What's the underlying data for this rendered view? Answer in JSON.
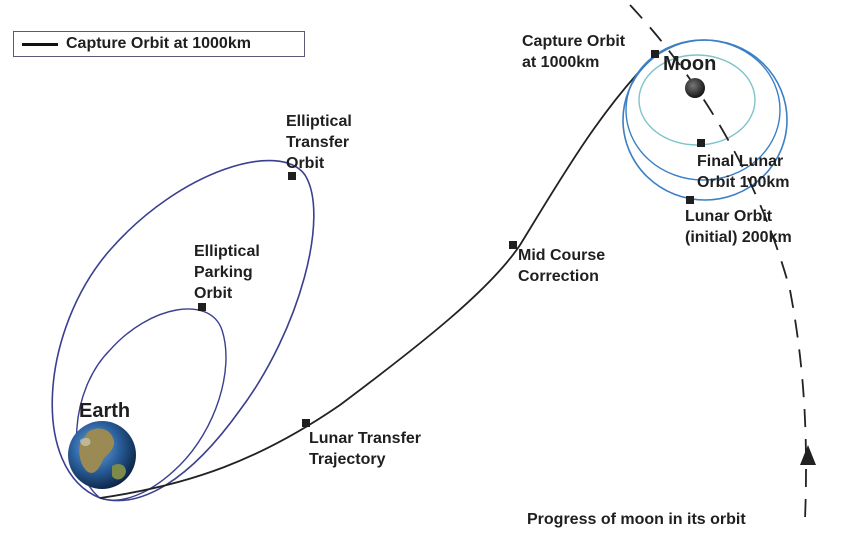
{
  "legend": {
    "label": "Capture Orbit at 1000km"
  },
  "labels": {
    "capture_orbit": [
      "Capture Orbit",
      "at 1000km"
    ],
    "moon": "Moon",
    "final_lunar": [
      "Final Lunar",
      "Orbit 100km"
    ],
    "lunar_orbit_initial": [
      "Lunar Orbit",
      "(initial) 200km"
    ],
    "elliptical_transfer": [
      "Elliptical",
      "Transfer",
      "Orbit"
    ],
    "elliptical_parking": [
      "Elliptical",
      "Parking",
      "Orbit"
    ],
    "mid_course": [
      "Mid Course",
      "Correction"
    ],
    "earth": "Earth",
    "lunar_transfer": [
      "Lunar Transfer",
      "Trajectory"
    ],
    "progress": "Progress of moon in its orbit"
  },
  "colors": {
    "transfer_orbits": "#3a3f8f",
    "lunar_orbit_outer": "#3b7fc4",
    "lunar_orbit_inner": "#7fc4c8",
    "trajectory": "#222222"
  }
}
